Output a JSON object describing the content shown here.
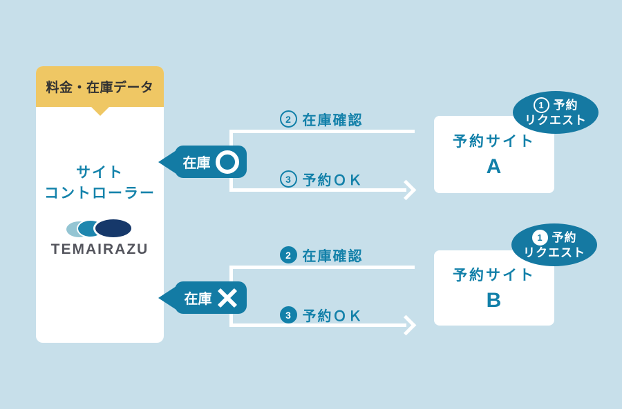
{
  "colors": {
    "background": "#c7dfea",
    "teal_accent": "#1280a9",
    "bubble_teal": "#137ba4",
    "badge_teal": "#1579a2",
    "header_yellow": "#efc764",
    "header_text": "#323232",
    "brand_text": "#54555d",
    "line_white": "#ffffff",
    "logo_light": "#94c5d3",
    "logo_mid": "#1e86ae",
    "logo_dark": "#16386a"
  },
  "controller_card": {
    "header_label": "料金・在庫データ",
    "title_line1": "サイト",
    "title_line2": "コントローラー",
    "brand_name": "TEMAIRAZU"
  },
  "stock_bubbles": [
    {
      "label": "在庫",
      "status_icon": "circle-ok"
    },
    {
      "label": "在庫",
      "status_icon": "cross-ng"
    }
  ],
  "flows": [
    {
      "badge": {
        "num": "1",
        "num_style": "outline",
        "line1": "予約",
        "line2": "リクエスト"
      },
      "check_label": {
        "num": "2",
        "num_style": "outline",
        "text": "在庫確認"
      },
      "ok_label": {
        "num": "3",
        "num_style": "outline",
        "text": "予約ＯＫ"
      },
      "site": {
        "title": "予約サイト",
        "name": "A"
      }
    },
    {
      "badge": {
        "num": "1",
        "num_style": "filled",
        "line1": "予約",
        "line2": "リクエスト"
      },
      "check_label": {
        "num": "2",
        "num_style": "filled",
        "text": "在庫確認"
      },
      "ok_label": {
        "num": "3",
        "num_style": "filled",
        "text": "予約ＯＫ"
      },
      "site": {
        "title": "予約サイト",
        "name": "B"
      }
    }
  ]
}
